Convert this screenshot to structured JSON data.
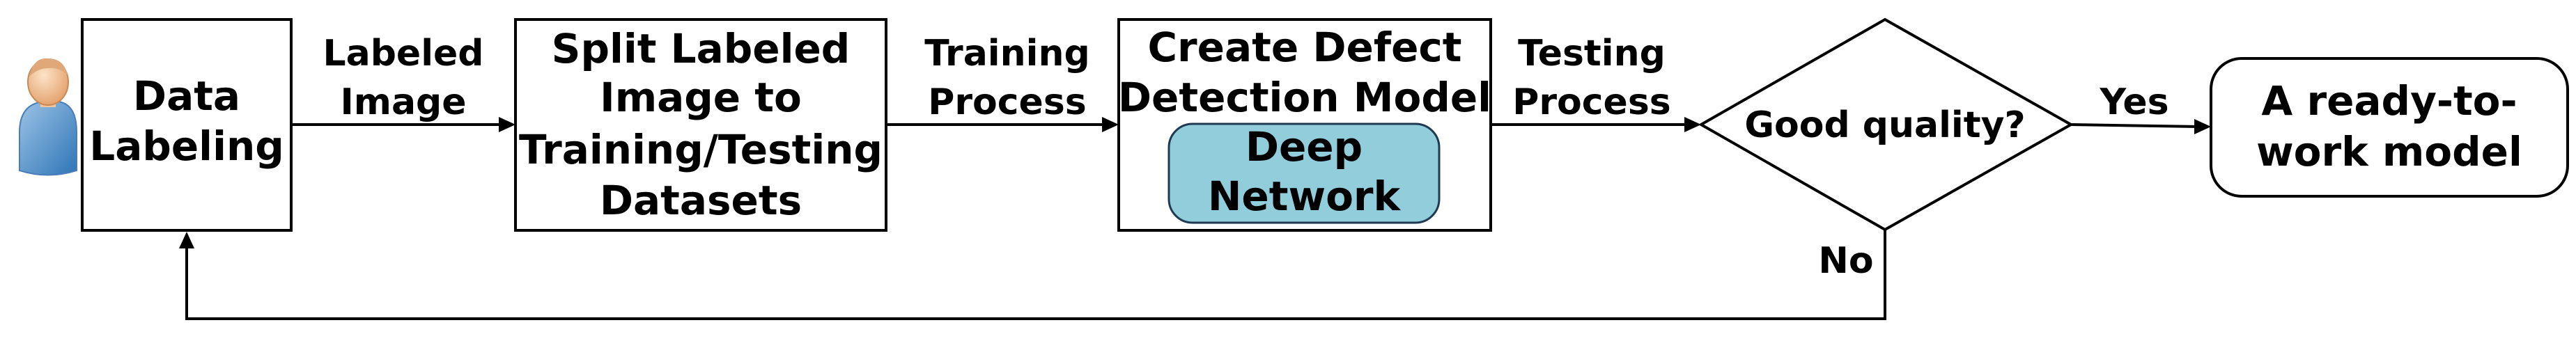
{
  "diagram": {
    "actor": {
      "icon": "person-icon"
    },
    "nodes": {
      "data_labeling": {
        "lines": [
          "Data",
          "Labeling"
        ]
      },
      "split": {
        "lines": [
          "Split Labeled",
          "Image to",
          "Training/Testing",
          "Datasets"
        ]
      },
      "create_model": {
        "lines": [
          "Create Defect",
          "Detection Model"
        ]
      },
      "deep_network": {
        "lines": [
          "Deep",
          "Network"
        ]
      },
      "decision": {
        "text": "Good quality?"
      },
      "ready": {
        "lines": [
          "A ready-to-",
          "work model"
        ]
      }
    },
    "edges": {
      "labeled_image": {
        "lines": [
          "Labeled",
          "Image"
        ]
      },
      "training": {
        "lines": [
          "Training",
          "Process"
        ]
      },
      "testing": {
        "lines": [
          "Testing",
          "Process"
        ]
      },
      "yes": {
        "text": "Yes"
      },
      "no": {
        "text": "No"
      }
    },
    "colors": {
      "deep_network_fill": "#92CDDC",
      "stroke": "#000000",
      "person_head": "#F2C49B",
      "person_body": "#5B9BD5"
    }
  }
}
